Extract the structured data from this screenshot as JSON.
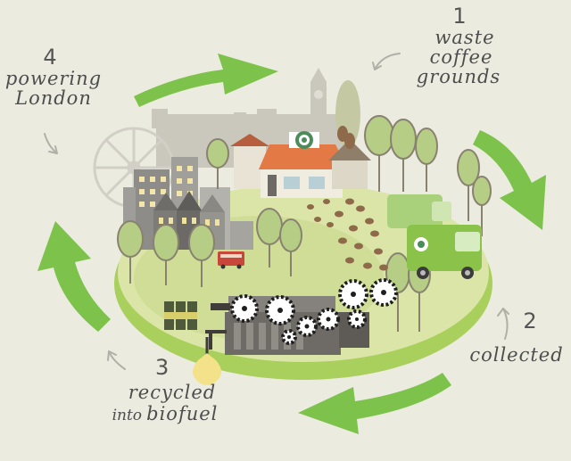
{
  "steps": [
    {
      "number": "1",
      "line1": "waste",
      "line2": "coffee",
      "line3": "grounds"
    },
    {
      "number": "2",
      "line1": "collected"
    },
    {
      "number": "3",
      "line1": "recycled",
      "line2a": "into",
      "line2b": "biofuel"
    },
    {
      "number": "4",
      "line1": "powering",
      "line2": "London"
    }
  ],
  "icons": {
    "cycle_arrows": "curved-arrow-icon",
    "pointer": "hand-drawn-arrow-icon",
    "logo": "cafe-logo-icon"
  },
  "colors": {
    "background": "#ecebdf",
    "arrow_green": "#7dc24b",
    "island_green": "#a7cd5b",
    "island_top": "#d9e4a4",
    "truck_green": "#8bc34a",
    "machine_gray": "#6e6a66",
    "awning_orange": "#e37a45",
    "biofuel_yellow": "#f4e38a"
  }
}
